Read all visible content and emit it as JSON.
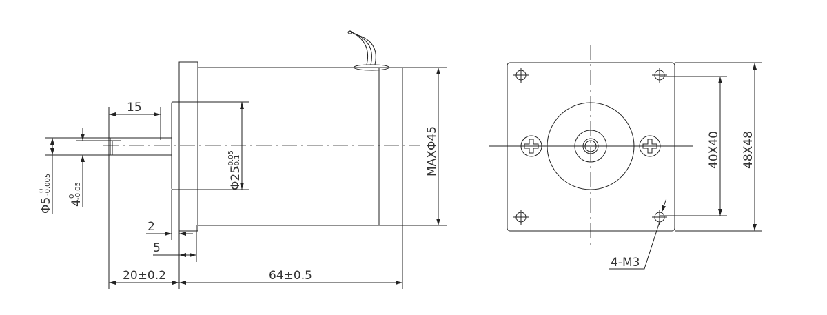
{
  "side_view": {
    "shaft_length": "15",
    "shaft_diameter": {
      "nominal": "Φ5",
      "upper": "0",
      "lower": "-0.005"
    },
    "flat_height": {
      "nominal": "4",
      "upper": "0",
      "lower": "-0.05"
    },
    "pilot_diameter": {
      "nominal": "Φ25",
      "upper": "-0.05",
      "lower": "-0.1"
    },
    "body_diameter": "MAXΦ45",
    "flange_thickness": "2",
    "pilot_height": "5",
    "shaft_extension": "20±0.2",
    "body_length": "64±0.5"
  },
  "front_view": {
    "hole_spacing": "40X40",
    "flange_size": "48X48",
    "hole_callout": "4-M3"
  },
  "colors": {
    "line": "#222222",
    "text": "#333333",
    "background": "#ffffff"
  }
}
